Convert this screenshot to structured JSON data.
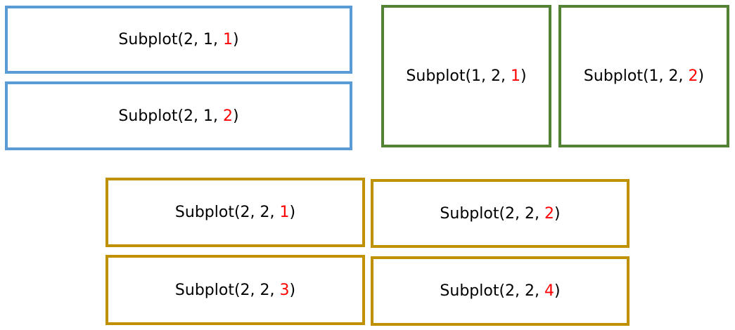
{
  "colors": {
    "blue_group": "#5b9bd5",
    "green_group": "#548235",
    "gold_group": "#bf9000",
    "index_highlight": "#ff0000"
  },
  "boxes": {
    "b211": {
      "prefix": "Subplot(2, 1, ",
      "index": "1",
      "suffix": ")"
    },
    "b212": {
      "prefix": "Subplot(2, 1, ",
      "index": "2",
      "suffix": ")"
    },
    "b121": {
      "prefix": "Subplot(1, 2, ",
      "index": "1",
      "suffix": ")"
    },
    "b122": {
      "prefix": "Subplot(1, 2, ",
      "index": "2",
      "suffix": ")"
    },
    "b221": {
      "prefix": "Subplot(2, 2, ",
      "index": "1",
      "suffix": ")"
    },
    "b222": {
      "prefix": "Subplot(2, 2, ",
      "index": "2",
      "suffix": ")"
    },
    "b223": {
      "prefix": "Subplot(2, 2, ",
      "index": "3",
      "suffix": ")"
    },
    "b224": {
      "prefix": "Subplot(2, 2, ",
      "index": "4",
      "suffix": ")"
    }
  }
}
